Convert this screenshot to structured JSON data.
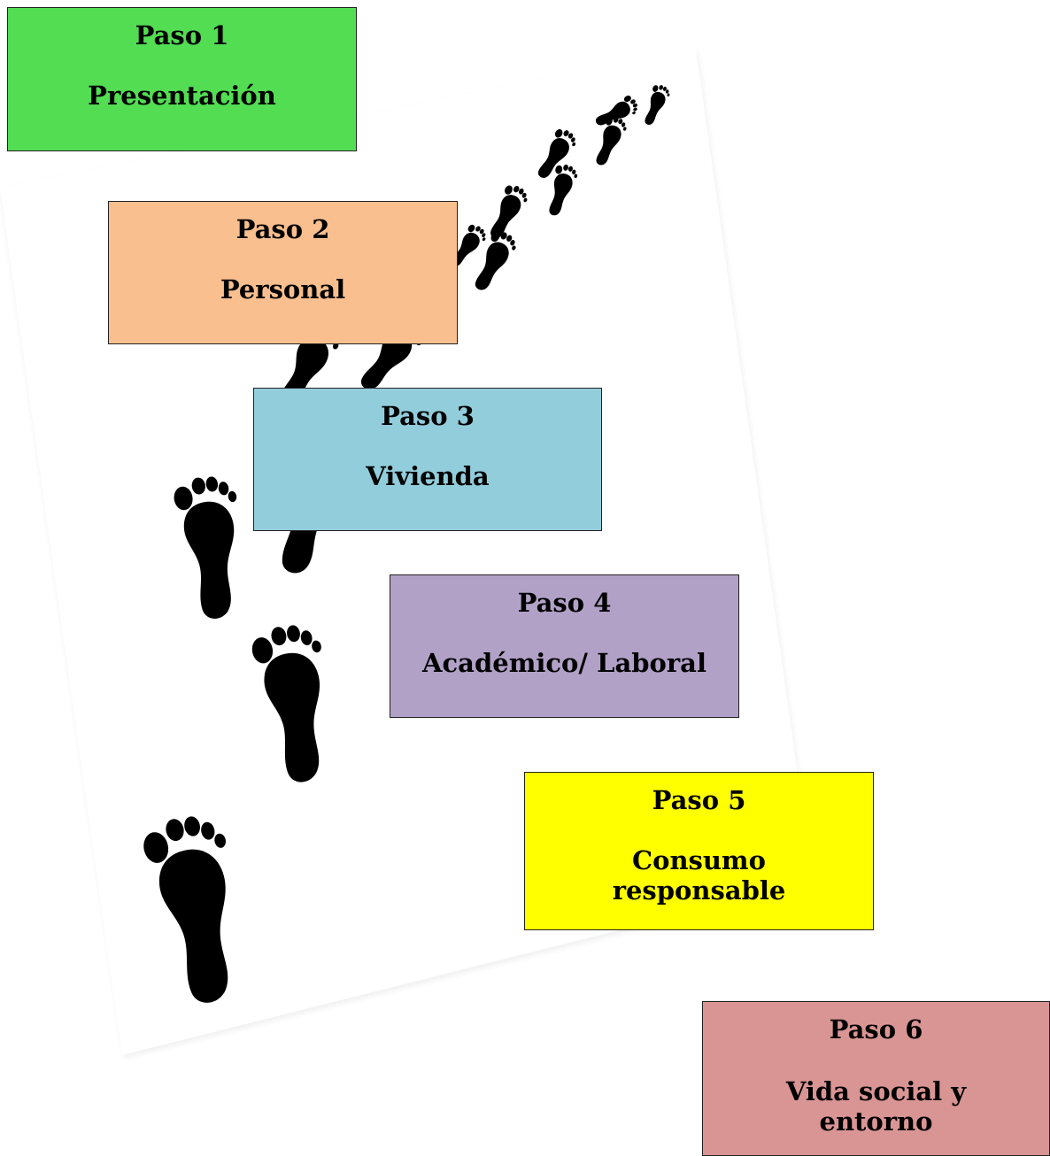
{
  "steps": [
    {
      "number": "Paso 1",
      "name": "Presentación",
      "color": "#52dd52"
    },
    {
      "number": "Paso 2",
      "name": "Personal",
      "color": "#f9bf8f"
    },
    {
      "number": "Paso 3",
      "name": "Vivienda",
      "color": "#92cddc"
    },
    {
      "number": "Paso 4",
      "name": "Académico/ Laboral",
      "color": "#b2a1c7"
    },
    {
      "number": "Paso 5",
      "name": "Consumo responsable",
      "color": "#ffff00"
    },
    {
      "number": "Paso 6",
      "name": "Vida social y entorno",
      "color": "#d99594"
    }
  ],
  "colors": {
    "footprint": "#000000",
    "paper": "#ffffff",
    "border": "#222222"
  },
  "icons": [
    "footprints-icon"
  ]
}
